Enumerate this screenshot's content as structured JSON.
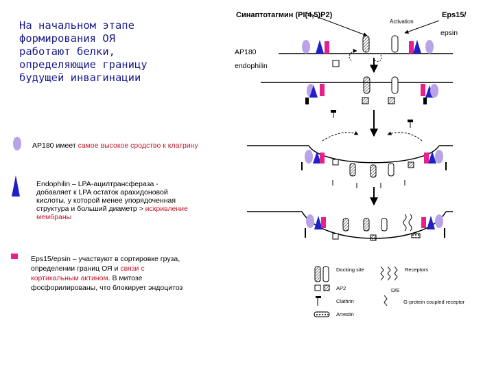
{
  "intro": {
    "lines": [
      "На начальном этапе",
      "формирования ОЯ",
      "работают белки,",
      "определяющие границу",
      "будущей инвагинации"
    ]
  },
  "diagram": {
    "label_synaptotagmin": "Синаптотагмин (PI(4,5)P2)",
    "label_eps15": "Eps15/",
    "label_epsin": "epsin",
    "label_ap180": "AP180",
    "label_endophilin": "endophilin",
    "label_activation": "Activation"
  },
  "notes": {
    "ap180": {
      "text": "AP180 имеет ",
      "highlight": "самое высокое сродство к клатрину"
    },
    "endophilin": {
      "lines": [
        "Endophilin – LPA-ацилтрансфераза -",
        "добавляет к LPA остаток арахидоновой",
        "кислоты, у которой менее упорядоченная",
        "структура и больший диаметр > "
      ],
      "highlight1": "искривление",
      "highlight2": "мембраны"
    },
    "eps15": {
      "line1": "Eps15/epsin – участвуют в сортировке груза,",
      "line2a": "определении границ ОЯ и ",
      "line2b": "связи с",
      "line3a": "кортикальным актином",
      "line3b": ". В митозе",
      "line4": "фосфорилированы, что блокирует эндоцитоз"
    }
  },
  "legend": {
    "docking_site": "Docking site",
    "ap2": "AP2",
    "clathrin": "Clathrin",
    "arrestin": "Arrestin",
    "receptors": "Receptors",
    "dib": "D/E",
    "gpcr": "G-protein coupled receptor"
  },
  "colors": {
    "ap180": "#b8a3e8",
    "endophilin": "#2020c8",
    "eps15": "#e8208c",
    "highlight": "#c0182a",
    "intro": "#1a1a8c"
  }
}
